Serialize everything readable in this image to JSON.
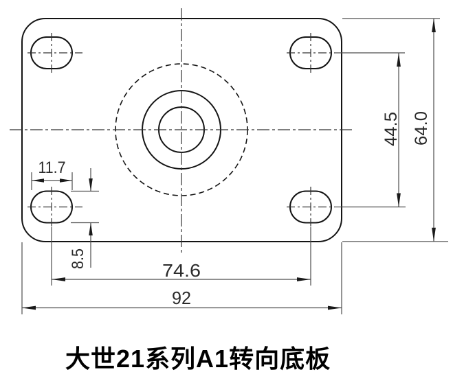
{
  "drawing": {
    "title": "大世21系列A1转向底板",
    "dims": {
      "slot_width": "11.7",
      "slot_height": "8.5",
      "hole_spacing_x": "74.6",
      "plate_width": "92",
      "hole_spacing_y": "44.5",
      "plate_height": "64.0"
    },
    "colors": {
      "background": "#ffffff",
      "object_line": "#141414",
      "dimension_line": "#4d4d4d",
      "centerline": "#333333",
      "arrowhead": "#1a1a1a",
      "text": "#2b2b2b",
      "title_text": "#000000"
    }
  }
}
